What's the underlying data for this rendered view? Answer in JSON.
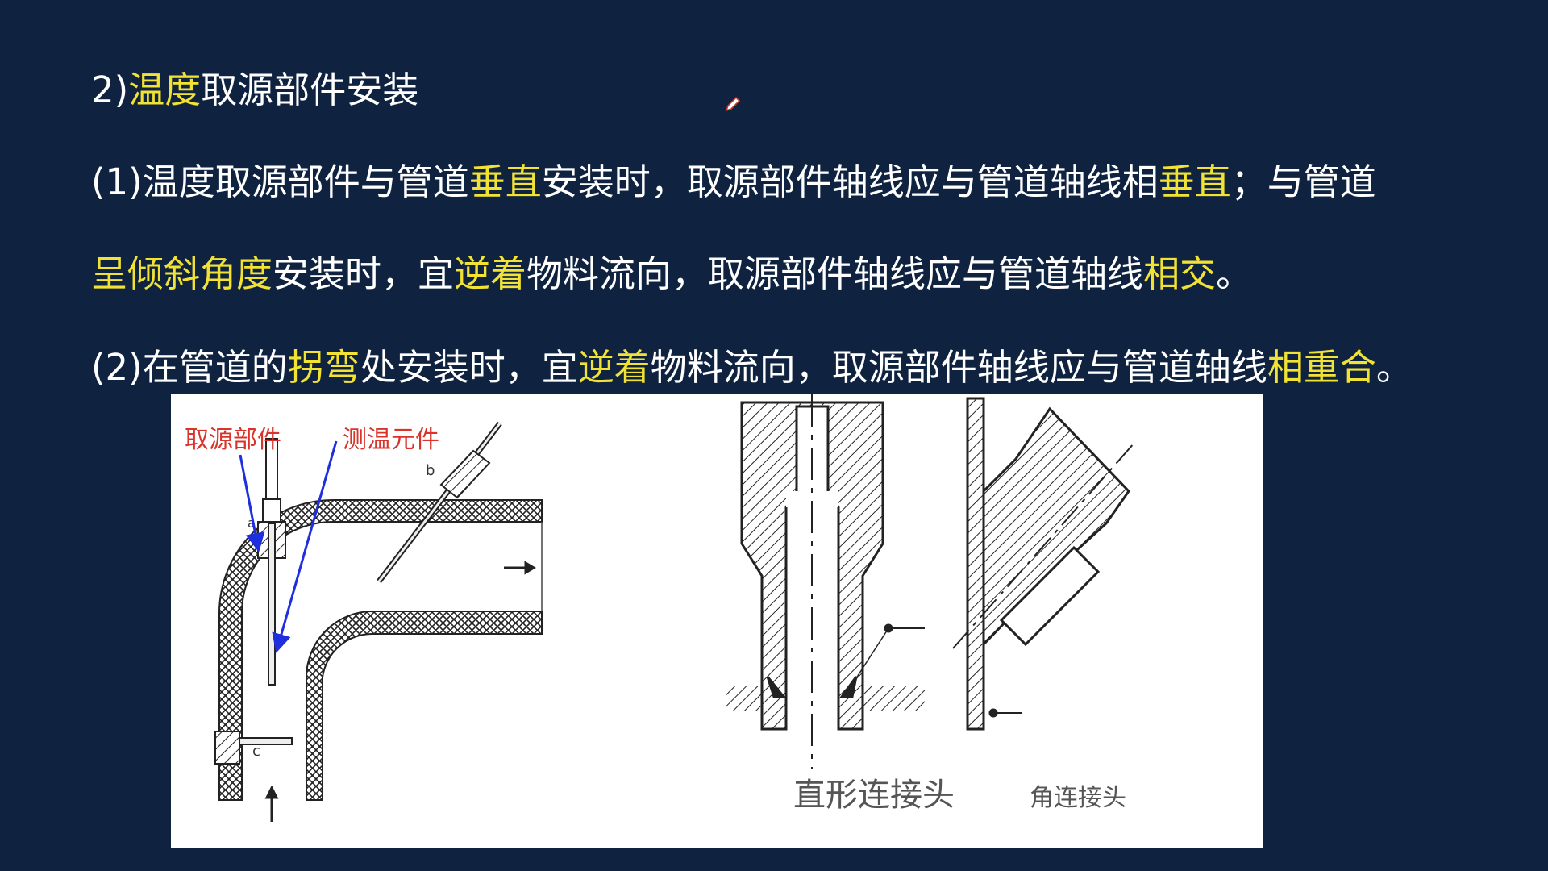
{
  "heading": {
    "prefix": "2)",
    "highlight": "温度",
    "rest": "取源部件安装"
  },
  "rule1": {
    "line1": [
      {
        "text": "(1)温度取源部件与管道",
        "hl": false
      },
      {
        "text": "垂直",
        "hl": true
      },
      {
        "text": "安装时，取源部件轴线应与管道轴线相",
        "hl": false
      },
      {
        "text": "垂直",
        "hl": true
      },
      {
        "text": "；与管道",
        "hl": false
      }
    ],
    "line2": [
      {
        "text": "呈倾斜角度",
        "hl": true
      },
      {
        "text": "安装时，宜",
        "hl": false
      },
      {
        "text": "逆着",
        "hl": true
      },
      {
        "text": "物料流向，取源部件轴线应与管道轴线",
        "hl": false
      },
      {
        "text": "相交",
        "hl": true
      },
      {
        "text": "。",
        "hl": false
      }
    ]
  },
  "rule2": [
    {
      "text": "(2)在管道的",
      "hl": false
    },
    {
      "text": "拐弯",
      "hl": true
    },
    {
      "text": "处安装时，宜",
      "hl": false
    },
    {
      "text": "逆着",
      "hl": true
    },
    {
      "text": "物料流向，取源部件轴线应与管道轴线",
      "hl": false
    },
    {
      "text": "相重合",
      "hl": true
    },
    {
      "text": "。",
      "hl": false
    }
  ],
  "figure": {
    "label_source_part": "取源部件",
    "label_sensor": "测温元件",
    "mark_a": "a",
    "mark_b": "b",
    "mark_c": "c",
    "caption_straight": "直形连接头",
    "caption_angle": "角连接头"
  },
  "colors": {
    "background": "#0f2340",
    "highlight": "#f2e233",
    "label_red": "#d9342b",
    "arrow_blue": "#1f2fe0"
  }
}
